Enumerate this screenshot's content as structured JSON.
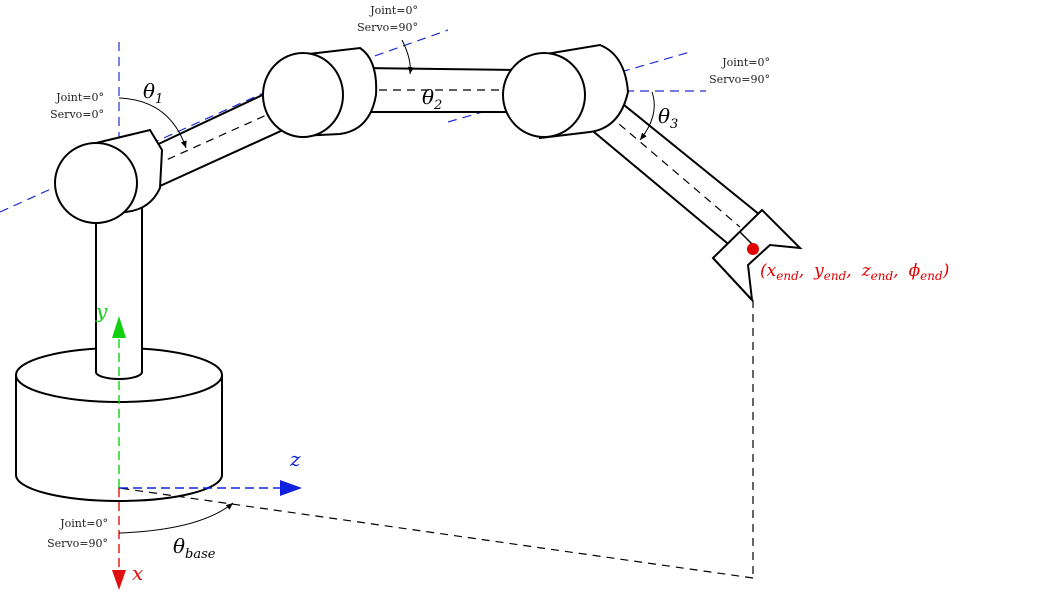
{
  "joints": {
    "base": {
      "joint_label": "Joint=0°",
      "servo_label": "Servo=90°"
    },
    "shoulder": {
      "joint_label": "Joint=0°",
      "servo_label": "Servo=0°"
    },
    "elbow": {
      "joint_label": "Joint=0°",
      "servo_label": "Servo=90°"
    },
    "wrist": {
      "joint_label": "Joint=0°",
      "servo_label": "Servo=90°"
    }
  },
  "angles": {
    "theta1": {
      "symbol": "θ",
      "subscript": "1"
    },
    "theta2": {
      "symbol": "θ",
      "subscript": "2"
    },
    "theta3": {
      "symbol": "θ",
      "subscript": "3"
    },
    "theta_base": {
      "symbol": "θ",
      "subscript": "base"
    }
  },
  "axes": {
    "x": {
      "label": "x",
      "color": "#e01010"
    },
    "y": {
      "label": "y",
      "color": "#10d010"
    },
    "z": {
      "label": "z",
      "color": "#1020e0"
    }
  },
  "end_effector": {
    "open": "(",
    "x": "x",
    "x_sub": "end",
    "y": "y",
    "y_sub": "end",
    "z": "z",
    "z_sub": "end",
    "phi": "ϕ",
    "phi_sub": "end",
    "close": ")",
    "sep": ",",
    "color": "#e00000"
  },
  "colors": {
    "joint_axis": "#1f2fd0",
    "outline": "#000000"
  }
}
